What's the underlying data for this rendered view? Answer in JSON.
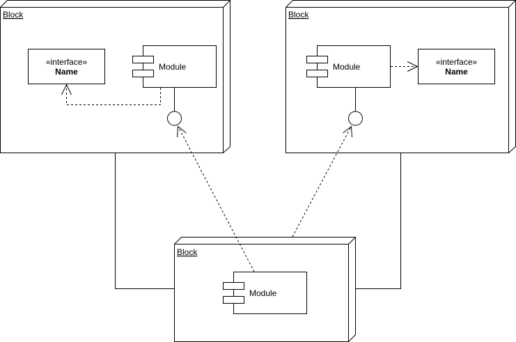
{
  "diagram": {
    "colors": {
      "stroke": "#000000",
      "fill": "#ffffff",
      "text": "#000000"
    },
    "left_node": {
      "label": "Block",
      "interface": {
        "stereotype": "«interface»",
        "name": "Name"
      },
      "module": {
        "label": "Module"
      }
    },
    "right_node": {
      "label": "Block",
      "interface": {
        "stereotype": "«interface»",
        "name": "Name"
      },
      "module": {
        "label": "Module"
      }
    },
    "bottom_node": {
      "label": "Block",
      "module": {
        "label": "Module"
      }
    }
  }
}
